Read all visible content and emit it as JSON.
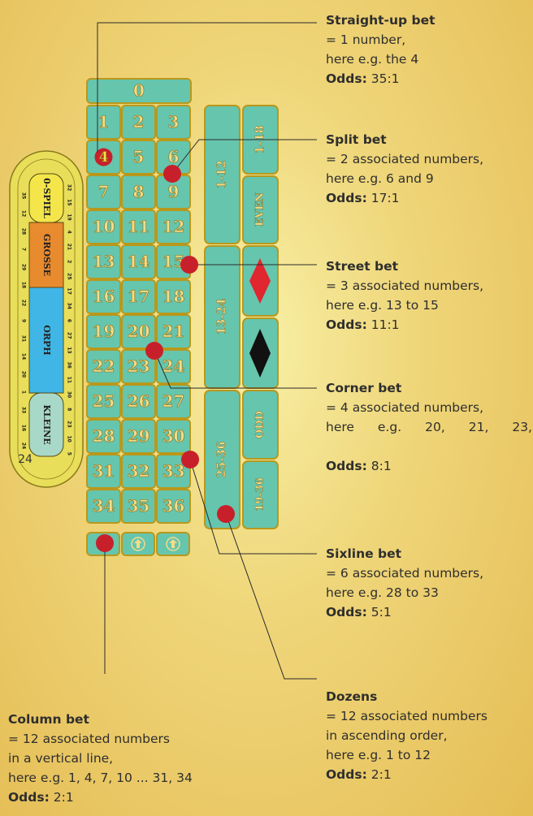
{
  "colors": {
    "felt": "#66c5ad",
    "border": "#b8981c",
    "numberText": "#f2dc8a",
    "chip": "#c8202a",
    "background": "#efd67a",
    "red": "#e0262f",
    "black": "#111111"
  },
  "table": {
    "zero": "0",
    "numbers": [
      "1",
      "2",
      "3",
      "4",
      "5",
      "6",
      "7",
      "8",
      "9",
      "10",
      "11",
      "12",
      "13",
      "14",
      "15",
      "16",
      "17",
      "18",
      "19",
      "20",
      "21",
      "22",
      "23",
      "24",
      "25",
      "26",
      "27",
      "28",
      "29",
      "30",
      "31",
      "32",
      "33",
      "34",
      "35",
      "36"
    ],
    "highlighted_number": "4",
    "dozens": [
      "1-12",
      "13-24",
      "25-36"
    ],
    "outside": [
      "1-18",
      "EVEN",
      "red-diamond",
      "black-diamond",
      "ODD",
      "19-36"
    ],
    "column_icons": [
      "chip",
      "arrow-up-icon",
      "arrow-up-icon"
    ]
  },
  "racetrack": {
    "sections": [
      "0-SPIEL",
      "GROSSE",
      "ORPH",
      "KLEINE"
    ],
    "outer_left": [
      "35",
      "12",
      "28",
      "7",
      "29",
      "18",
      "22",
      "9",
      "31",
      "14",
      "20",
      "1",
      "33",
      "16",
      "24"
    ],
    "outer_right": [
      "32",
      "15",
      "19",
      "4",
      "21",
      "2",
      "25",
      "17",
      "34",
      "6",
      "27",
      "13",
      "36",
      "11",
      "30",
      "8",
      "23",
      "10",
      "5"
    ],
    "bottom_label": "24"
  },
  "captions": {
    "straight": {
      "title": "Straight-up bet",
      "lines": [
        "= 1 number,",
        "here e.g. the 4"
      ],
      "odds_label": "Odds:",
      "odds": "35:1"
    },
    "split": {
      "title": "Split bet",
      "lines": [
        "= 2 associated numbers,",
        "here e.g. 6 and 9"
      ],
      "odds_label": "Odds:",
      "odds": "17:1"
    },
    "street": {
      "title": "Street bet",
      "lines": [
        "= 3 associated numbers,",
        "here e.g. 13 to 15"
      ],
      "odds_label": "Odds:",
      "odds": "11:1"
    },
    "corner": {
      "title": "Corner bet",
      "lines": [
        "= 4 associated numbers,",
        "here e.g. 20, 21, 23,"
      ],
      "odds_label": "Odds:",
      "odds": "8:1"
    },
    "sixline": {
      "title": "Sixline bet",
      "lines": [
        "= 6 associated numbers,",
        "here e.g. 28 to 33"
      ],
      "odds_label": "Odds:",
      "odds": "5:1"
    },
    "dozens": {
      "title": "Dozens",
      "lines": [
        "= 12 associated numbers",
        "in ascending order,",
        "here e.g. 1 to 12"
      ],
      "odds_label": "Odds:",
      "odds": "2:1"
    },
    "column": {
      "title": "Column bet",
      "lines": [
        "= 12 associated numbers",
        "in a vertical line,",
        "here e.g. 1, 4, 7, 10 ... 31, 34"
      ],
      "odds_label": "Odds:",
      "odds": "2:1"
    }
  }
}
